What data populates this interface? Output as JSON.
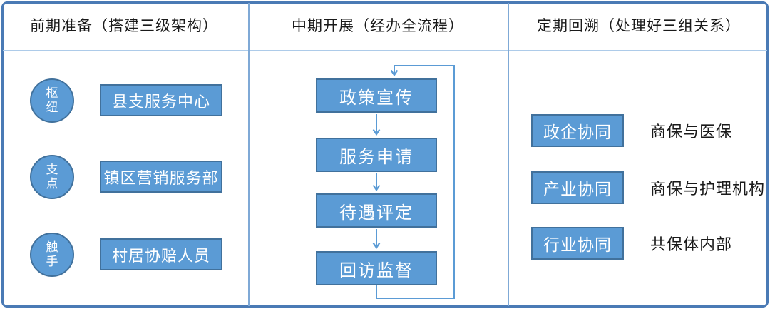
{
  "colors": {
    "shape_fill": "#5b9bd5",
    "shape_border": "#41719c",
    "connector": "#5b9bd5",
    "frame_border": "#4a7ab5",
    "divider": "#7fa9d6",
    "header_rule": "#adcbe9",
    "text_dark": "#1a1a1a",
    "text_light": "#ffffff"
  },
  "columns": [
    {
      "header": "前期准备（搭建三级架构）",
      "rows": [
        {
          "circle": "枢纽",
          "box": "县支服务中心"
        },
        {
          "circle": "支点",
          "box": "镇区营销服务部"
        },
        {
          "circle": "触手",
          "box": "村居协赔人员"
        }
      ]
    },
    {
      "header": "中期开展（经办全流程）",
      "steps": [
        "政策宣传",
        "服务申请",
        "待遇评定",
        "回访监督"
      ]
    },
    {
      "header": "定期回溯（处理好三组关系）",
      "rows": [
        {
          "box": "政企协同",
          "label": "商保与医保"
        },
        {
          "box": "产业协同",
          "label": "商保与护理机构"
        },
        {
          "box": "行业协同",
          "label": "共保体内部"
        }
      ]
    }
  ]
}
